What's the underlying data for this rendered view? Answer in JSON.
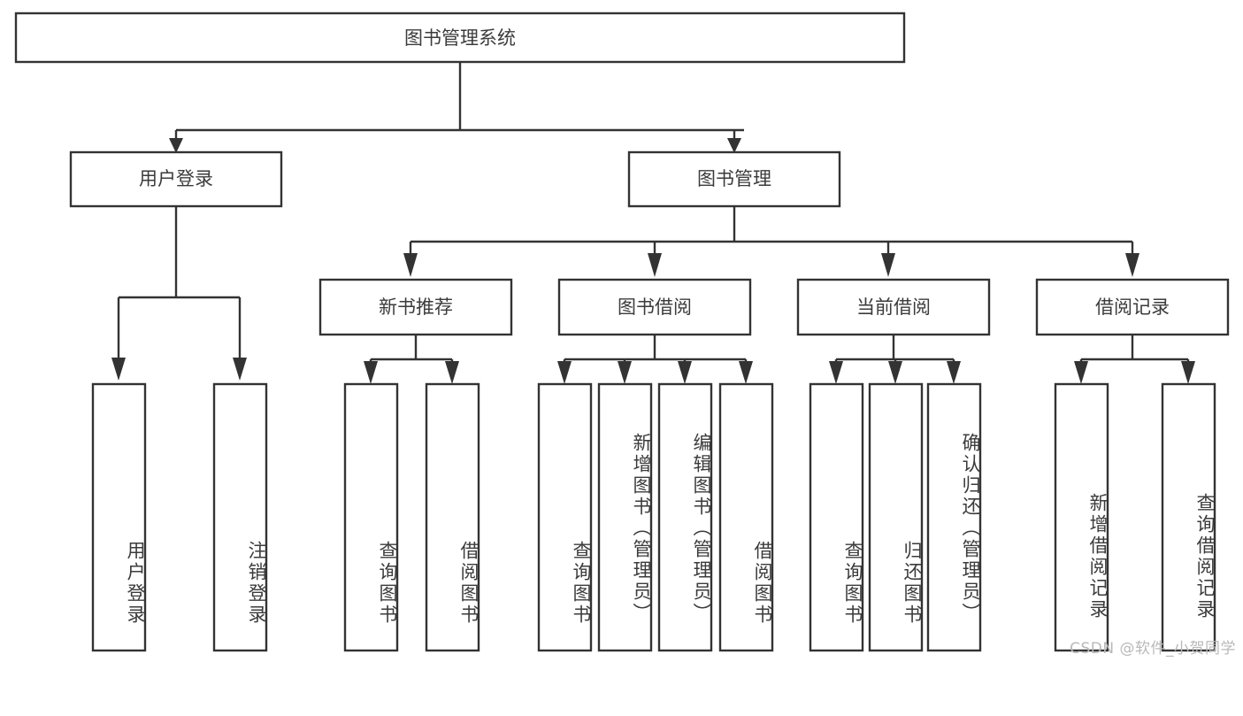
{
  "diagram": {
    "title": "图书管理系统",
    "type": "tree-hierarchy",
    "root": {
      "id": "root",
      "label": "图书管理系统",
      "orientation": "horizontal"
    },
    "level2": [
      {
        "id": "user-login",
        "label": "用户登录",
        "orientation": "horizontal"
      },
      {
        "id": "book-manage",
        "label": "图书管理",
        "orientation": "horizontal"
      }
    ],
    "level3": [
      {
        "id": "new-book-rec",
        "label": "新书推荐",
        "orientation": "horizontal",
        "parent": "book-manage"
      },
      {
        "id": "book-borrow",
        "label": "图书借阅",
        "orientation": "horizontal",
        "parent": "book-manage"
      },
      {
        "id": "current-borrow",
        "label": "当前借阅",
        "orientation": "horizontal",
        "parent": "book-manage"
      },
      {
        "id": "borrow-record",
        "label": "借阅记录",
        "orientation": "horizontal",
        "parent": "book-manage"
      }
    ],
    "leaves": [
      {
        "id": "leaf-user-login",
        "label": "用户登录",
        "parent": "user-login",
        "orientation": "vertical"
      },
      {
        "id": "leaf-user-logout",
        "label": "注销登录",
        "parent": "user-login",
        "orientation": "vertical"
      },
      {
        "id": "leaf-query-book-1",
        "label": "查询图书",
        "parent": "new-book-rec",
        "orientation": "vertical"
      },
      {
        "id": "leaf-borrow-book-1",
        "label": "借阅图书",
        "parent": "new-book-rec",
        "orientation": "vertical"
      },
      {
        "id": "leaf-query-book-2",
        "label": "查询图书",
        "parent": "book-borrow",
        "orientation": "vertical"
      },
      {
        "id": "leaf-add-book",
        "label": "新增图书（管理员）",
        "parent": "book-borrow",
        "orientation": "vertical"
      },
      {
        "id": "leaf-edit-book",
        "label": "编辑图书（管理员）",
        "parent": "book-borrow",
        "orientation": "vertical"
      },
      {
        "id": "leaf-borrow-book-2",
        "label": "借阅图书",
        "parent": "book-borrow",
        "orientation": "vertical"
      },
      {
        "id": "leaf-query-book-3",
        "label": "查询图书",
        "parent": "current-borrow",
        "orientation": "vertical"
      },
      {
        "id": "leaf-return-book",
        "label": "归还图书",
        "parent": "current-borrow",
        "orientation": "vertical"
      },
      {
        "id": "leaf-confirm-return",
        "label": "确认归还（管理员）",
        "parent": "current-borrow",
        "orientation": "vertical"
      },
      {
        "id": "leaf-add-record",
        "label": "新增借阅记录",
        "parent": "borrow-record",
        "orientation": "vertical"
      },
      {
        "id": "leaf-query-record",
        "label": "查询借阅记录",
        "parent": "borrow-record",
        "orientation": "vertical"
      }
    ],
    "watermark": "CSDN @软件_小贺同学",
    "colors": {
      "stroke": "#333333",
      "text": "#3b3b3b",
      "background": "#ffffff",
      "watermark": "#b9b9b9"
    }
  }
}
